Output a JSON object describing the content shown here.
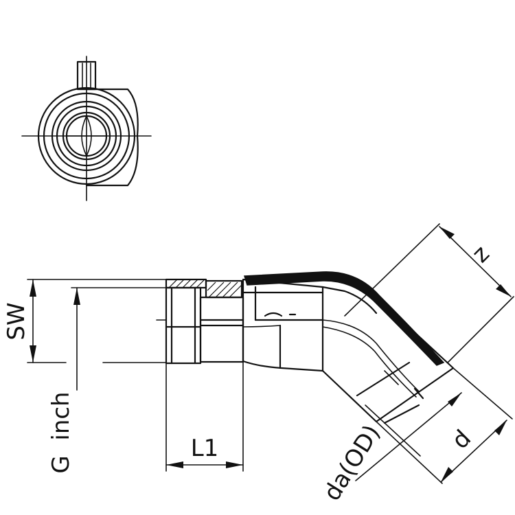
{
  "diagram": {
    "labels": {
      "sw": "SW",
      "g_inch": "G  inch",
      "l1": "L1",
      "z": "z",
      "d": "d",
      "da_od": "da(OD)"
    }
  }
}
